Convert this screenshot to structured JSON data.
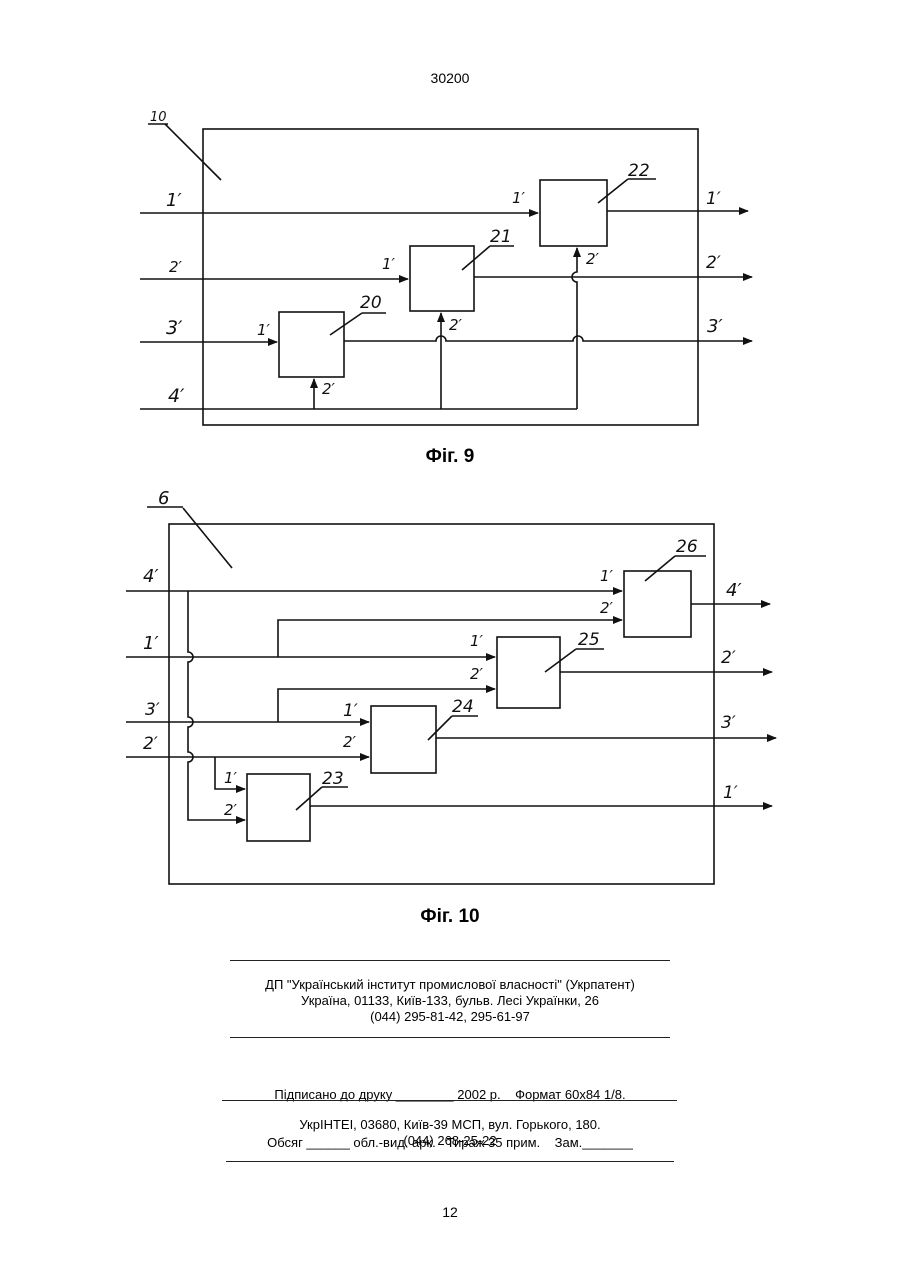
{
  "header": {
    "page_code": "30200"
  },
  "fig9": {
    "caption": "Фіг. 9",
    "frame_label": "10",
    "inputs": [
      "1′",
      "2′",
      "3′",
      "4′"
    ],
    "outputs": [
      "1′",
      "2′",
      "3′"
    ],
    "blocks": [
      {
        "id": "20",
        "in1": "1′",
        "in2": "2′"
      },
      {
        "id": "21",
        "in1": "1′",
        "in2": "2′"
      },
      {
        "id": "22",
        "in1": "1′",
        "in2": "2′"
      }
    ]
  },
  "fig10": {
    "caption": "Фіг. 10",
    "frame_label": "6",
    "inputs": [
      "4′",
      "1′",
      "3′",
      "2′"
    ],
    "outputs": [
      "4′",
      "2′",
      "3′",
      "1′"
    ],
    "blocks": [
      {
        "id": "26",
        "in1": "1′",
        "in2": "2′"
      },
      {
        "id": "25",
        "in1": "1′",
        "in2": "2′"
      },
      {
        "id": "24",
        "in1": "1′",
        "in2": "2′"
      },
      {
        "id": "23",
        "in1": "1′",
        "in2": "2′"
      }
    ]
  },
  "publisher": {
    "line1": "ДП \"Український інститут промислової власності\" (Укрпатент)",
    "line2": "Україна, 01133, Київ-133, бульв. Лесі Українки, 26",
    "line3": "(044) 295-81-42, 295-61-97"
  },
  "print_info": {
    "line1": "Підписано до друку ________ 2002 р.    Формат 60х84 1/8.",
    "line2": "Обсяг ______ обл.-вид. арк.   Тираж 35 прим.    Зам._______"
  },
  "printer": {
    "line1": "УкрІНТЕІ, 03680, Київ-39 МСП, вул. Горького, 180.",
    "line2": "(044) 268-25-22"
  },
  "footer": {
    "page_number": "12"
  }
}
